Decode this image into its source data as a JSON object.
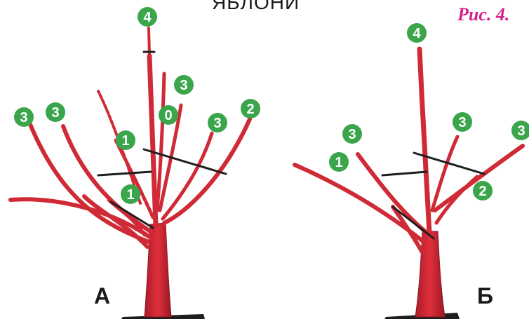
{
  "heading": "ЯБЛОНИ",
  "caption": "Рис. 4.",
  "colors": {
    "branch": "#cf2a35",
    "branch_dark": "#8a1520",
    "badge": "#3aa54a",
    "badge_text": "#ffffff",
    "caption": "#d61f8c",
    "ground": "#1e1e1e"
  },
  "trees": [
    {
      "label": "А",
      "markers": [
        "4",
        "3",
        "3",
        "3",
        "0",
        "3",
        "2",
        "1",
        "1"
      ]
    },
    {
      "label": "Б",
      "markers": [
        "4",
        "3",
        "3",
        "3",
        "1",
        "2"
      ]
    }
  ]
}
